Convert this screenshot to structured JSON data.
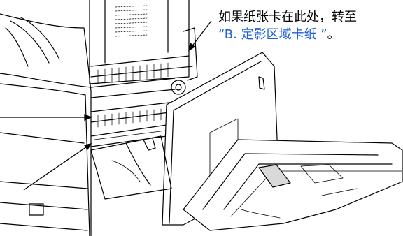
{
  "callout": {
    "line1": "如果纸张卡在此处，转至",
    "line2_link": "“B. 定影区域卡纸 ”",
    "line2_tail": "。"
  },
  "colors": {
    "link": "#1f5fd8",
    "line": "#000000",
    "paper": "#ffffff",
    "shade": "#d9d9d9"
  },
  "icons": {
    "illustration": "printer-open-side-door-drawing"
  }
}
